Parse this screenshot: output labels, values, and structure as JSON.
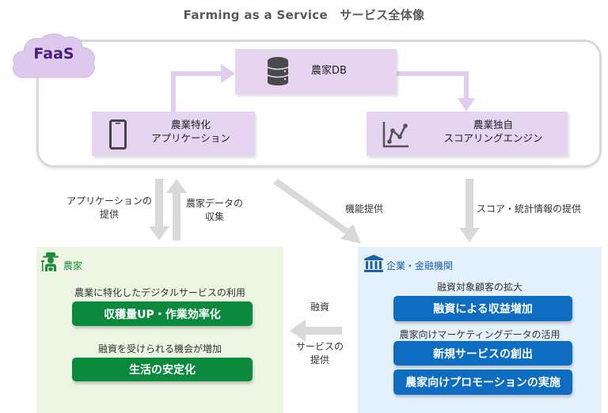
{
  "title": "Farming as a Service　サービス全体像",
  "faas": {
    "label": "FaaS",
    "db": {
      "icon": "database-icon",
      "label": "農家DB"
    },
    "app": {
      "icon": "smartphone-icon",
      "line1": "農業特化",
      "line2": "アプリケーション"
    },
    "scoring": {
      "icon": "line-chart-icon",
      "line1": "農業独自",
      "line2": "スコアリングエンジン"
    }
  },
  "flows": {
    "app_provision": {
      "line1": "アプリケーションの",
      "line2": "提供"
    },
    "data_collection": {
      "line1": "農家データの",
      "line2": "収集"
    },
    "function_provision": "機能提供",
    "score_provision": "スコア・統計情報の提供",
    "financing": "融資",
    "service_provision": {
      "line1": "サービスの",
      "line2": "提供"
    }
  },
  "farmer_panel": {
    "icon": "farmer-icon",
    "title": "農家",
    "items": [
      {
        "caption": "農業に特化したデジタルサービスの利用",
        "button": "収穫量UP・作業効率化"
      },
      {
        "caption": "融資を受けられる機会が増加",
        "button": "生活の安定化"
      }
    ]
  },
  "finance_panel": {
    "icon": "bank-icon",
    "title": "企業・金融機関",
    "items": [
      {
        "caption": "融資対象顧客の拡大",
        "buttons": [
          "融資による収益増加"
        ]
      },
      {
        "caption": "農家向けマーケティングデータの活用",
        "buttons": [
          "新規サービスの創出",
          "農家向けプロモーションの実施"
        ]
      }
    ]
  },
  "colors": {
    "faas_purple": "#e5d5f0",
    "faas_text": "#4b1d7a",
    "farmer_green": "#0b8a3e",
    "farmer_bg": "#ebf5e1",
    "finance_blue": "#0e6dc0",
    "finance_bg": "#e3f1fc",
    "arrow_gray": "#d9d9d9"
  }
}
